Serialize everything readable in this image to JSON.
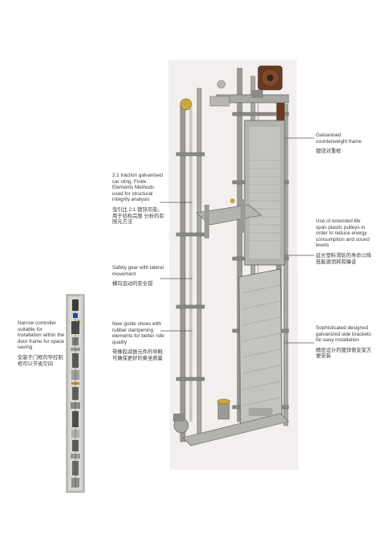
{
  "callouts": [
    {
      "id": "counterweight",
      "en": "Galvanised counterweight frame",
      "zh": "镀锌对重框"
    },
    {
      "id": "car-sling",
      "en": "2:1 traction galvanised car sling. Finite Elements Methods used for structural integrity analysis",
      "zh": "曳引比 2:1 镀锌吊架。用于结构完整 分析的有限元方法"
    },
    {
      "id": "pulleys",
      "en": "Use of extended life span plastic pulleys in order to reduce energy consumption and sound levels",
      "zh": "延长塑料滑轮的寿命以降低能源消耗和噪音"
    },
    {
      "id": "safety-gear",
      "en": "Safety gear with lateral movement",
      "zh": "横向运动的安全钳"
    },
    {
      "id": "guide-shoes",
      "en": "New guide shoes with rubber dampening elements for better ride quality",
      "zh": "带橡胶减振元件的导靴可确保更好的乘坐质量"
    },
    {
      "id": "side-brackets",
      "en": "Sophisticated designed galvanized side brackets for easy installation",
      "zh": "精密设计的镀锌侧支架方便安装"
    },
    {
      "id": "controller",
      "en": "Narrow controller suitable for installation within the door frame for space saving",
      "zh": "安装于门框的窄控制柜可以节省空间"
    }
  ],
  "colors": {
    "rail": "#9a9a96",
    "rail_dark": "#6e6e6a",
    "cabinet": "#bdbdb8",
    "motor": "#6a3b22",
    "brass": "#c8a840",
    "shadow": "#ece7e6"
  }
}
